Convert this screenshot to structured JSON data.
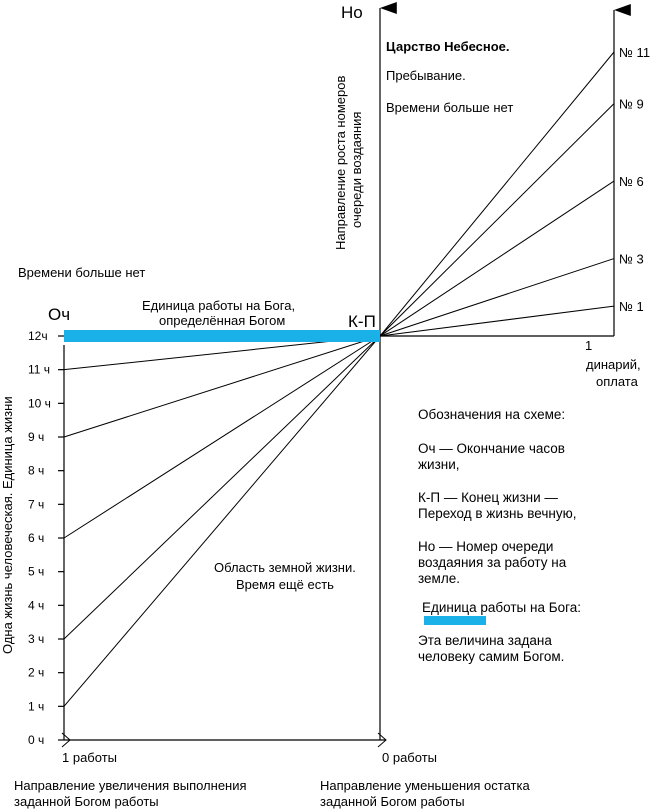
{
  "top_axis_label": "Но",
  "left_hour_label": "Оч",
  "center_point_label": "К-П",
  "heaven": {
    "title": "Царство Небесное.",
    "line2": "Пребывание.",
    "line3": "Времени больше нет"
  },
  "left_no_time": "Времени больше нет",
  "vertical_axis_caption": [
    "Направление роста номеров",
    "очереди воздаяния"
  ],
  "left_axis_caption": "Одна жизнь человеческая. Единица жизни",
  "work_unit_caption": [
    "Единица работы на Бога,",
    "определённая Богом"
  ],
  "hours": [
    "0 ч",
    "1 ч",
    "2 ч",
    "3 ч",
    "4 ч",
    "5 ч",
    "6 ч",
    "7 ч",
    "8 ч",
    "9 ч",
    "10 ч",
    "11 ч",
    "12ч"
  ],
  "queue_numbers": [
    "№ 1",
    "№ 3",
    "№ 6",
    "№ 9",
    "№ 11"
  ],
  "right_axis": {
    "tick": "1",
    "label_line1": "динарий,",
    "label_line2": "оплата"
  },
  "earth_region": [
    "Область земной жизни.",
    "Время ещё есть"
  ],
  "bottom_left_tick": "1 работы",
  "bottom_right_tick": "0 работы",
  "bottom_left_caption": [
    "Направление увеличения выполнения",
    "заданной Богом работы"
  ],
  "bottom_right_caption": [
    "Направление уменьшения остатка",
    "заданной Богом работы"
  ],
  "legend": {
    "title": "Обозначения на схеме:",
    "och": [
      "Оч — Окончание часов",
      "жизни,"
    ],
    "kp": [
      "К-П — Конец жизни —",
      "Переход в жизнь вечную,"
    ],
    "no": [
      "Но — Номер очереди",
      "воздаяния за работу на",
      "земле."
    ],
    "unit": "Единица работы на Бога:",
    "unit_desc": [
      "Эта величина задана",
      "человеку самим Богом."
    ]
  },
  "colors": {
    "work_bar": "#1ab0e8",
    "line": "#000000"
  },
  "lines": {
    "left_hours_from": [
      1,
      3,
      6,
      9,
      11
    ],
    "right_queue_to": [
      1,
      3,
      6,
      9,
      11
    ]
  }
}
